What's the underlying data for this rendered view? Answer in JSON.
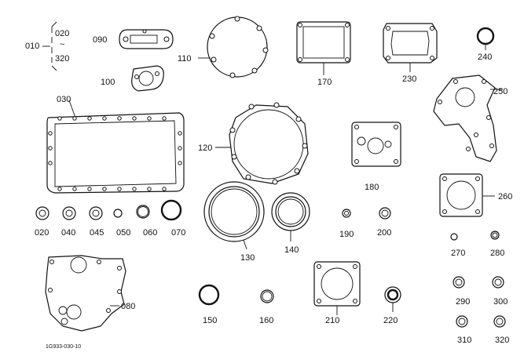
{
  "diagram": {
    "parts": [
      {
        "id": "p010",
        "label": "010"
      },
      {
        "id": "p020a",
        "label": "020"
      },
      {
        "id": "tilde",
        "label": "~"
      },
      {
        "id": "p320a",
        "label": "320"
      },
      {
        "id": "p090",
        "label": "090"
      },
      {
        "id": "p100",
        "label": "100"
      },
      {
        "id": "p110",
        "label": "110"
      },
      {
        "id": "p170",
        "label": "170"
      },
      {
        "id": "p230",
        "label": "230"
      },
      {
        "id": "p240",
        "label": "240"
      },
      {
        "id": "p250",
        "label": "250"
      },
      {
        "id": "p030",
        "label": "030"
      },
      {
        "id": "p120",
        "label": "120"
      },
      {
        "id": "p180",
        "label": "180"
      },
      {
        "id": "p260",
        "label": "260"
      },
      {
        "id": "p020",
        "label": "020"
      },
      {
        "id": "p040",
        "label": "040"
      },
      {
        "id": "p045",
        "label": "045"
      },
      {
        "id": "p050",
        "label": "050"
      },
      {
        "id": "p060",
        "label": "060"
      },
      {
        "id": "p070",
        "label": "070"
      },
      {
        "id": "p130",
        "label": "130"
      },
      {
        "id": "p140",
        "label": "140"
      },
      {
        "id": "p190",
        "label": "190"
      },
      {
        "id": "p200",
        "label": "200"
      },
      {
        "id": "p270",
        "label": "270"
      },
      {
        "id": "p280",
        "label": "280"
      },
      {
        "id": "p080",
        "label": "080"
      },
      {
        "id": "p150",
        "label": "150"
      },
      {
        "id": "p160",
        "label": "160"
      },
      {
        "id": "p210",
        "label": "210"
      },
      {
        "id": "p220",
        "label": "220"
      },
      {
        "id": "p290",
        "label": "290"
      },
      {
        "id": "p300",
        "label": "300"
      },
      {
        "id": "p310",
        "label": "310"
      },
      {
        "id": "p320",
        "label": "320"
      }
    ],
    "drawing_code": "1G933-030-10"
  }
}
